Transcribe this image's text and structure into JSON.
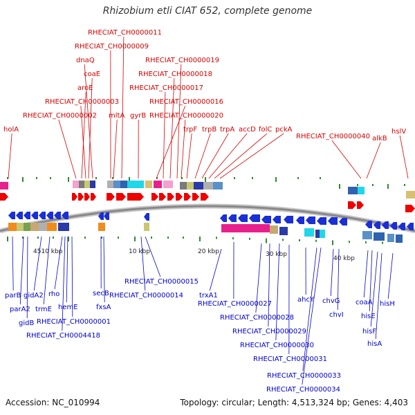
{
  "title": "Rhizobium etli CIAT 652, complete genome",
  "accession_text": "Accession: NC_010994",
  "summary_text": "Topology: circular; Length: 4,513,324 bp; Genes: 4,403",
  "colors": {
    "top_label": "#d40000",
    "bottom_label": "#0000c8",
    "forward_arrow": "#ee0000",
    "reverse_arrow": "#1a2fd6",
    "backbone": "#888888",
    "tick": "#2e8b2e"
  },
  "scale_labels": [
    "4510 kbp",
    "10 kbp",
    "20 kbp",
    "30 kbp",
    "40 kbp"
  ],
  "top_genes": [
    "holA",
    "RHECIAT_CH0000002",
    "aroE",
    "RHECIAT_CH0000003",
    "coaE",
    "dnaQ",
    "RHECIAT_CH0000009",
    "RHECIAT_CH0000011",
    "mltA",
    "gyrB",
    "RHECIAT_CH0000016",
    "RHECIAT_CH0000017",
    "RHECIAT_CH0000018",
    "RHECIAT_CH0000019",
    "RHECIAT_CH0000020",
    "trpF",
    "trpB",
    "trpA",
    "accD",
    "folC",
    "pckA",
    "RHECIAT_CH0000040",
    "alkB",
    "hslV"
  ],
  "bottom_genes": [
    "parB",
    "parA2",
    "gidB",
    "gidA2",
    "trmE",
    "rho",
    "hemE",
    "RHECIAT_CH0000001",
    "RHECIAT_CH0004418",
    "secB",
    "fxsA",
    "RHECIAT_CH0000015",
    "RHECIAT_CH0000014",
    "trxA1",
    "RHECIAT_CH0000027",
    "RHECIAT_CH0000028",
    "RHECIAT_CH0000029",
    "RHECIAT_CH0000030",
    "RHECIAT_CH0000031",
    "ahcY",
    "RHECIAT_CH0000033",
    "RHECIAT_CH0000034",
    "chvG",
    "chvI",
    "coaA",
    "hisE",
    "hisF",
    "hisA",
    "hisH"
  ]
}
